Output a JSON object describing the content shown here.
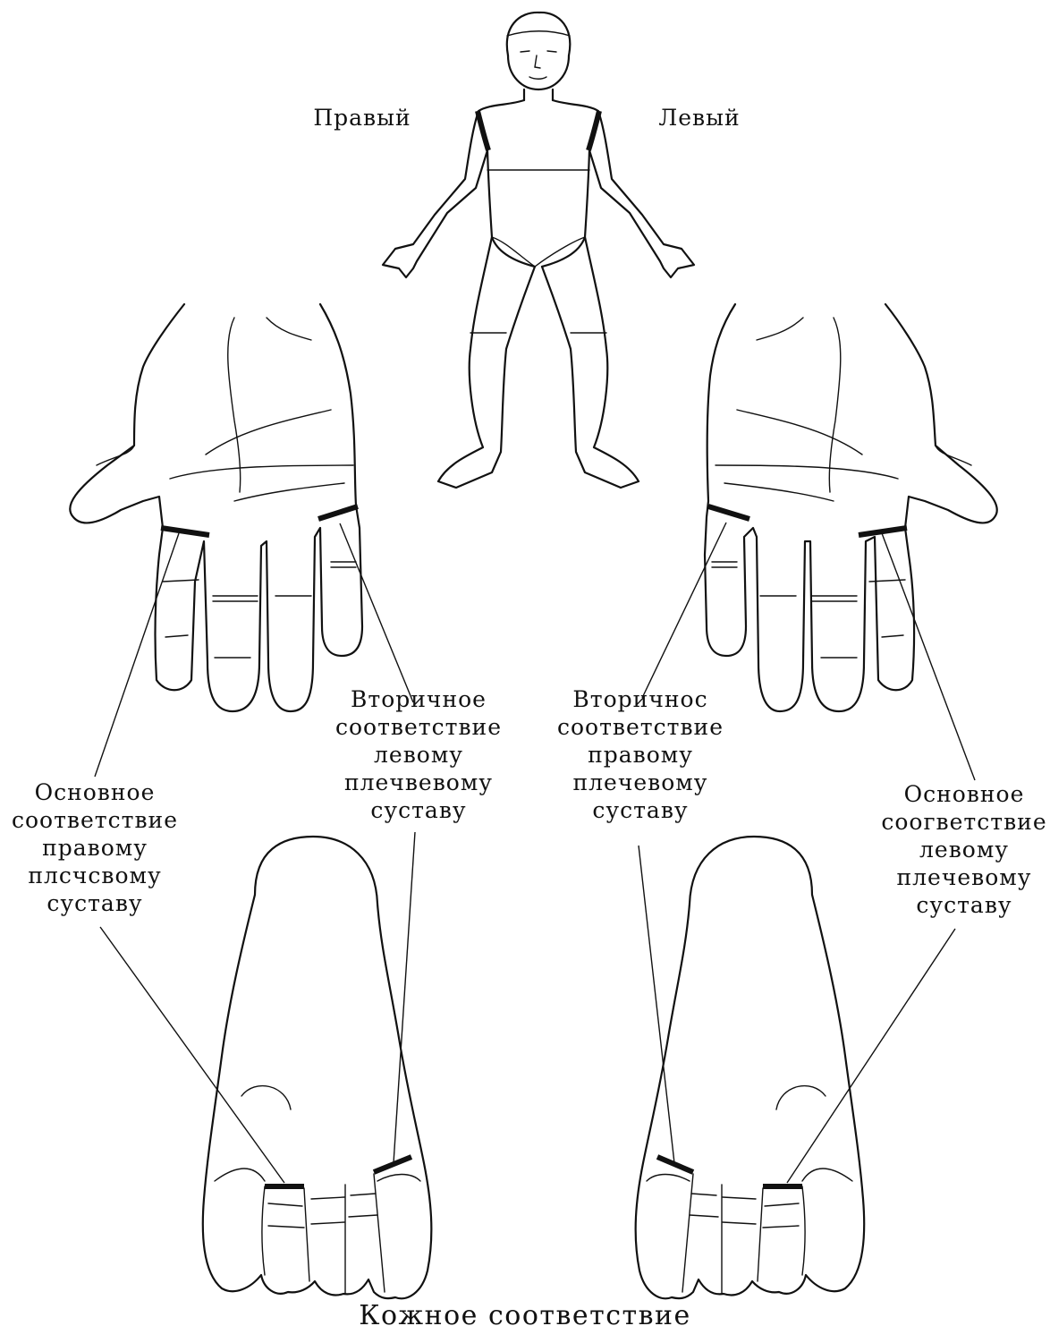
{
  "figure": {
    "side_labels": {
      "right": "Правый",
      "left": "Левый"
    },
    "annotations": {
      "hand_secondary_left_shoulder": "Вторичное\nсоответствие\nлевому\nплечвевому\nсуставу",
      "hand_secondary_right_shoulder": "Вторичнос\nсоответствие\nправому\nплечевому\nсуставу",
      "primary_right_shoulder": "Основное\nсоответствие\nправому\nплсчсвому\nсуставу",
      "primary_left_shoulder": "Основное\nсоогветствие\nлевому\nплечевому\nсуставу"
    },
    "caption": "Кожное соответствие"
  }
}
